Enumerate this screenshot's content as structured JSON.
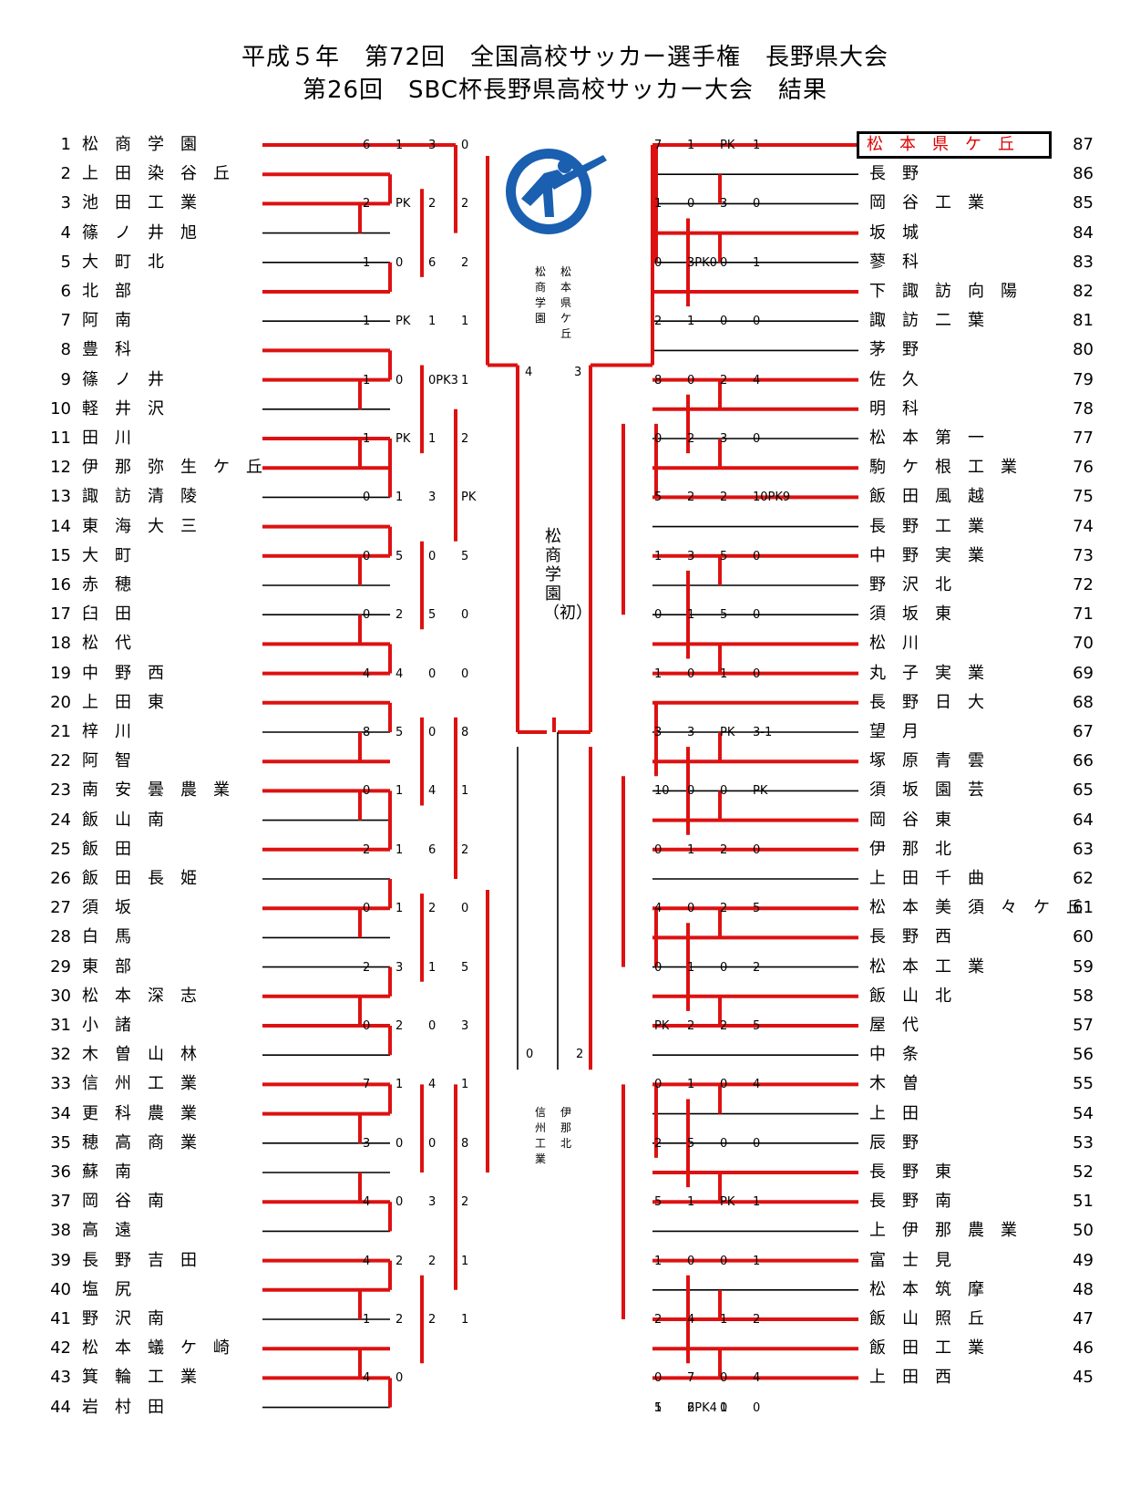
{
  "title_line1": "平成５年　第72回　全国高校サッカー選手権　長野県大会",
  "title_line2": "第26回　SBC杯長野県高校サッカー大会　結果",
  "colors": {
    "winner_line": "#dd1111",
    "line": "#000000",
    "logo": "#1a5fb0"
  },
  "logo_icon": "soccer-player-logo-icon",
  "left_teams": [
    {
      "num": "1",
      "name": "松　商　学　園"
    },
    {
      "num": "2",
      "name": "上　田　染　谷　丘"
    },
    {
      "num": "3",
      "name": "池　田　工　業"
    },
    {
      "num": "4",
      "name": "篠　ノ　井　旭"
    },
    {
      "num": "5",
      "name": "大　町　北"
    },
    {
      "num": "6",
      "name": "北　部"
    },
    {
      "num": "7",
      "name": "阿　南"
    },
    {
      "num": "8",
      "name": "豊　科"
    },
    {
      "num": "9",
      "name": "篠　ノ　井"
    },
    {
      "num": "10",
      "name": "軽　井　沢"
    },
    {
      "num": "11",
      "name": "田　川"
    },
    {
      "num": "12",
      "name": "伊　那　弥　生　ケ　丘"
    },
    {
      "num": "13",
      "name": "諏　訪　清　陵"
    },
    {
      "num": "14",
      "name": "東　海　大　三"
    },
    {
      "num": "15",
      "name": "大　町"
    },
    {
      "num": "16",
      "name": "赤　穂"
    },
    {
      "num": "17",
      "name": "臼　田"
    },
    {
      "num": "18",
      "name": "松　代"
    },
    {
      "num": "19",
      "name": "中　野　西"
    },
    {
      "num": "20",
      "name": "上　田　東"
    },
    {
      "num": "21",
      "name": "梓　川"
    },
    {
      "num": "22",
      "name": "阿　智"
    },
    {
      "num": "23",
      "name": "南　安　曇　農　業"
    },
    {
      "num": "24",
      "name": "飯　山　南"
    },
    {
      "num": "25",
      "name": "飯　田"
    },
    {
      "num": "26",
      "name": "飯　田　長　姫"
    },
    {
      "num": "27",
      "name": "須　坂"
    },
    {
      "num": "28",
      "name": "白　馬"
    },
    {
      "num": "29",
      "name": "東　部"
    },
    {
      "num": "30",
      "name": "松　本　深　志"
    },
    {
      "num": "31",
      "name": "小　諸"
    },
    {
      "num": "32",
      "name": "木　曽　山　林"
    },
    {
      "num": "33",
      "name": "信　州　工　業"
    },
    {
      "num": "34",
      "name": "更　科　農　業"
    },
    {
      "num": "35",
      "name": "穂　高　商　業"
    },
    {
      "num": "36",
      "name": "蘇　南"
    },
    {
      "num": "37",
      "name": "岡　谷　南"
    },
    {
      "num": "38",
      "name": "高　遠"
    },
    {
      "num": "39",
      "name": "長　野　吉　田"
    },
    {
      "num": "40",
      "name": "塩　尻"
    },
    {
      "num": "41",
      "name": "野　沢　南"
    },
    {
      "num": "42",
      "name": "松　本　蟻　ケ　崎"
    },
    {
      "num": "43",
      "name": "箕　輪　工　業"
    },
    {
      "num": "44",
      "name": "岩　村　田"
    }
  ],
  "right_teams": [
    {
      "num": "87",
      "name": "松　本　県　ケ　丘"
    },
    {
      "num": "86",
      "name": "長　野"
    },
    {
      "num": "85",
      "name": "岡　谷　工　業"
    },
    {
      "num": "84",
      "name": "坂　城"
    },
    {
      "num": "83",
      "name": "蓼　科"
    },
    {
      "num": "82",
      "name": "下　諏　訪　向　陽"
    },
    {
      "num": "81",
      "name": "諏　訪　二　葉"
    },
    {
      "num": "80",
      "name": "茅　野"
    },
    {
      "num": "79",
      "name": "佐　久"
    },
    {
      "num": "78",
      "name": "明　科"
    },
    {
      "num": "77",
      "name": "松　本　第　一"
    },
    {
      "num": "76",
      "name": "駒　ケ　根　工　業"
    },
    {
      "num": "75",
      "name": "飯　田　風　越"
    },
    {
      "num": "74",
      "name": "長　野　工　業"
    },
    {
      "num": "73",
      "name": "中　野　実　業"
    },
    {
      "num": "72",
      "name": "野　沢　北"
    },
    {
      "num": "71",
      "name": "須　坂　東"
    },
    {
      "num": "70",
      "name": "松　川"
    },
    {
      "num": "69",
      "name": "丸　子　実　業"
    },
    {
      "num": "68",
      "name": "長　野　日　大"
    },
    {
      "num": "67",
      "name": "望　月"
    },
    {
      "num": "66",
      "name": "塚　原　青　雲"
    },
    {
      "num": "65",
      "name": "須　坂　園　芸"
    },
    {
      "num": "64",
      "name": "岡　谷　東"
    },
    {
      "num": "63",
      "name": "伊　那　北"
    },
    {
      "num": "62",
      "name": "上　田　千　曲"
    },
    {
      "num": "61",
      "name": "松　本　美　須　々　ケ　丘"
    },
    {
      "num": "60",
      "name": "長　野　西"
    },
    {
      "num": "59",
      "name": "松　本　工　業"
    },
    {
      "num": "58",
      "name": "飯　山　北"
    },
    {
      "num": "57",
      "name": "屋　代"
    },
    {
      "num": "56",
      "name": "中　条"
    },
    {
      "num": "55",
      "name": "木　曽"
    },
    {
      "num": "54",
      "name": "上　田"
    },
    {
      "num": "53",
      "name": "辰　野"
    },
    {
      "num": "52",
      "name": "長　野　東"
    },
    {
      "num": "51",
      "name": "長　野　南"
    },
    {
      "num": "50",
      "name": "上　伊　那　農　業"
    },
    {
      "num": "49",
      "name": "富　士　見"
    },
    {
      "num": "48",
      "name": "松　本　筑　摩"
    },
    {
      "num": "47",
      "name": "飯　山　照　丘"
    },
    {
      "num": "46",
      "name": "飯　田　工　業"
    },
    {
      "num": "45",
      "name": "上　田　西"
    }
  ],
  "left_scores": [
    "6",
    "1",
    "3",
    "0",
    "2",
    "PK",
    "2",
    "2",
    "1",
    "0",
    "6",
    "2",
    "1",
    "PK",
    "1",
    "1",
    "1",
    "0",
    "0PK3",
    "1",
    "1",
    "PK",
    "1",
    "2",
    "0",
    "1",
    "3",
    "PK",
    "0",
    "5",
    "0",
    "5",
    "0",
    "2",
    "5",
    "0",
    "4",
    "4",
    "0",
    "0",
    "8",
    "5",
    "0",
    "8",
    "0",
    "1",
    "4",
    "1",
    "2",
    "1",
    "6",
    "2",
    "0",
    "1",
    "2",
    "0",
    "2",
    "3",
    "1",
    "5",
    "0",
    "2",
    "0",
    "3",
    "7",
    "1",
    "4",
    "1",
    "3",
    "0",
    "0",
    "8",
    "4",
    "0",
    "3",
    "2",
    "4",
    "2",
    "2",
    "1",
    "1",
    "2",
    "2",
    "1",
    "4",
    "0"
  ],
  "right_scores": [
    "7",
    "1",
    "PK",
    "1",
    "1",
    "0",
    "3",
    "0",
    "0",
    "3PK0",
    "0",
    "1",
    "2",
    "1",
    "0",
    "0",
    "8",
    "0",
    "2",
    "4",
    "0",
    "2",
    "3",
    "0",
    "5",
    "2",
    "2",
    "10PK9",
    "1",
    "3",
    "5",
    "0",
    "0",
    "1",
    "5",
    "0",
    "1",
    "0",
    "1",
    "0",
    "3",
    "3",
    "PK",
    "3-1",
    "10",
    "0",
    "0",
    "PK",
    "0",
    "1",
    "2",
    "0",
    "4",
    "0",
    "2",
    "5",
    "0",
    "1",
    "0",
    "2",
    "PK",
    "2",
    "2",
    "5",
    "0",
    "1",
    "0",
    "4",
    "2",
    "5",
    "0",
    "0",
    "5",
    "1",
    "PK",
    "1",
    "1",
    "0",
    "0",
    "1",
    "2",
    "4",
    "1",
    "2",
    "0",
    "7",
    "0",
    "4",
    "1",
    "2PK4",
    "1",
    "0",
    "5",
    "6",
    "0"
  ],
  "semi_labels": {
    "left_top": "松商学園",
    "right_top": "松本県ケ丘",
    "left_bottom": "信州工業",
    "right_bottom": "伊那北",
    "score_lt": "4",
    "score_rt": "3",
    "score_lb": "0",
    "score_rb": "2"
  },
  "champion": "松商学園（初）"
}
